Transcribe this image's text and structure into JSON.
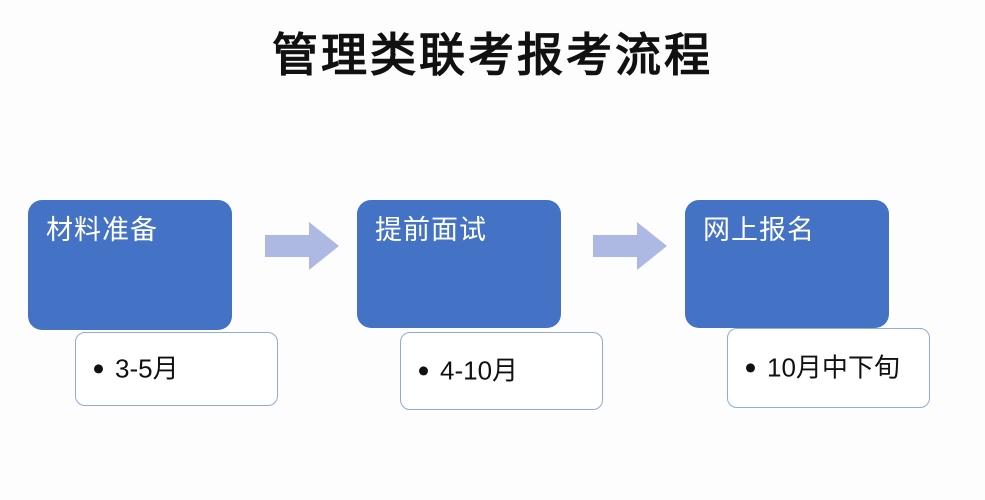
{
  "page": {
    "title": "管理类联考报考流程",
    "background_color": "#fdfdfd"
  },
  "colors": {
    "stage_fill": "#4472c4",
    "stage_text": "#ffffff",
    "arrow_fill": "#adb9e3",
    "caption_border": "#8faadc",
    "caption_fill": "#ffffff",
    "caption_text": "#111111",
    "title_text": "#111111"
  },
  "flow": {
    "steps": [
      {
        "id": "step-1",
        "stage_label": "材料准备",
        "caption": "3-5月",
        "bullet": "•"
      },
      {
        "id": "step-2",
        "stage_label": "提前面试",
        "caption": "4-10月",
        "bullet": "•"
      },
      {
        "id": "step-3",
        "stage_label": "网上报名",
        "caption": "10月中下旬",
        "bullet": "•"
      }
    ],
    "arrows": [
      {
        "id": "arrow-1",
        "direction": "right"
      },
      {
        "id": "arrow-2",
        "direction": "right"
      }
    ]
  }
}
